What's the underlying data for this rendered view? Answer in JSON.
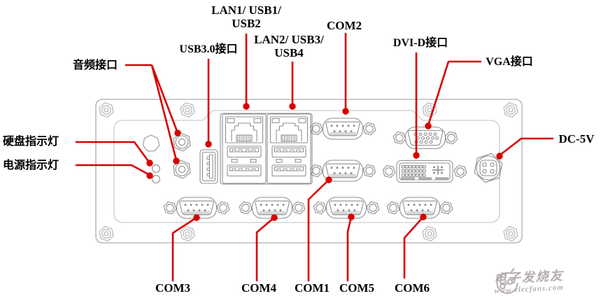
{
  "diagram": {
    "title_present": false,
    "type": "industrial-pc-rear-panel-port-callout-diagram",
    "colors": {
      "callout_red": "#d80000",
      "label_text": "#000000",
      "panel_outline": "#a9a9a9",
      "connector_outline": "#8f8f8f",
      "watermark_gray": "#b5aeae"
    },
    "labels": {
      "lan1_line1": "LAN1/ USB1/",
      "lan1_line2": "USB2",
      "usb30": "USB3.0接口",
      "lan2_line1": "LAN2/ USB3/",
      "lan2_line2": "USB4",
      "com2": "COM2",
      "dvid": "DVI-D接口",
      "vga": "VGA接口",
      "audio": "音频接口",
      "hdd_led": "硬盘指示灯",
      "power_led": "电源指示灯",
      "dc": "DC-5V",
      "com3": "COM3",
      "com4": "COM4",
      "com1": "COM1",
      "com5": "COM5",
      "com6": "COM6"
    }
  },
  "watermark": {
    "brand": "电子发烧友",
    "url": "www.elecfans.com"
  }
}
